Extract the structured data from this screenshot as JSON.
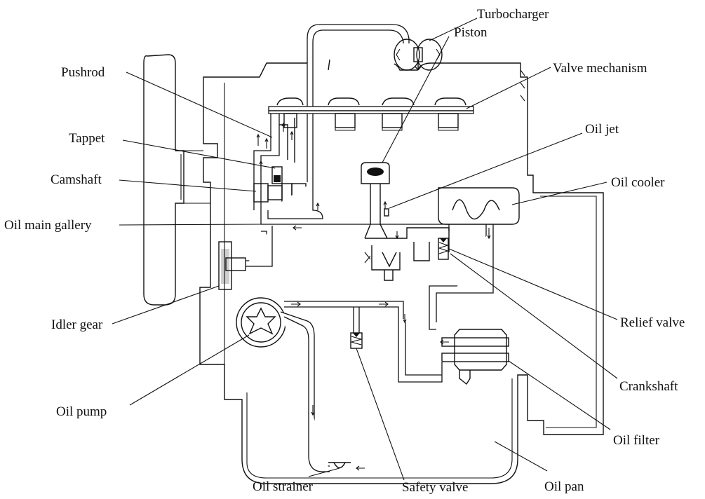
{
  "labels": {
    "turbocharger": "Turbocharger",
    "piston": "Piston",
    "pushrod": "Pushrod",
    "valve_mechanism": "Valve mechanism",
    "tappet": "Tappet",
    "oil_jet": "Oil jet",
    "camshaft": "Camshaft",
    "oil_cooler": "Oil cooler",
    "oil_main_gallery": "Oil main gallery",
    "idler_gear": "Idler gear",
    "relief_valve": "Relief valve",
    "crankshaft": "Crankshaft",
    "oil_pump": "Oil pump",
    "oil_filter": "Oil filter",
    "oil_strainer": "Oil strainer",
    "safety_valve": "Safety valve",
    "oil_pan": "Oil pan"
  }
}
